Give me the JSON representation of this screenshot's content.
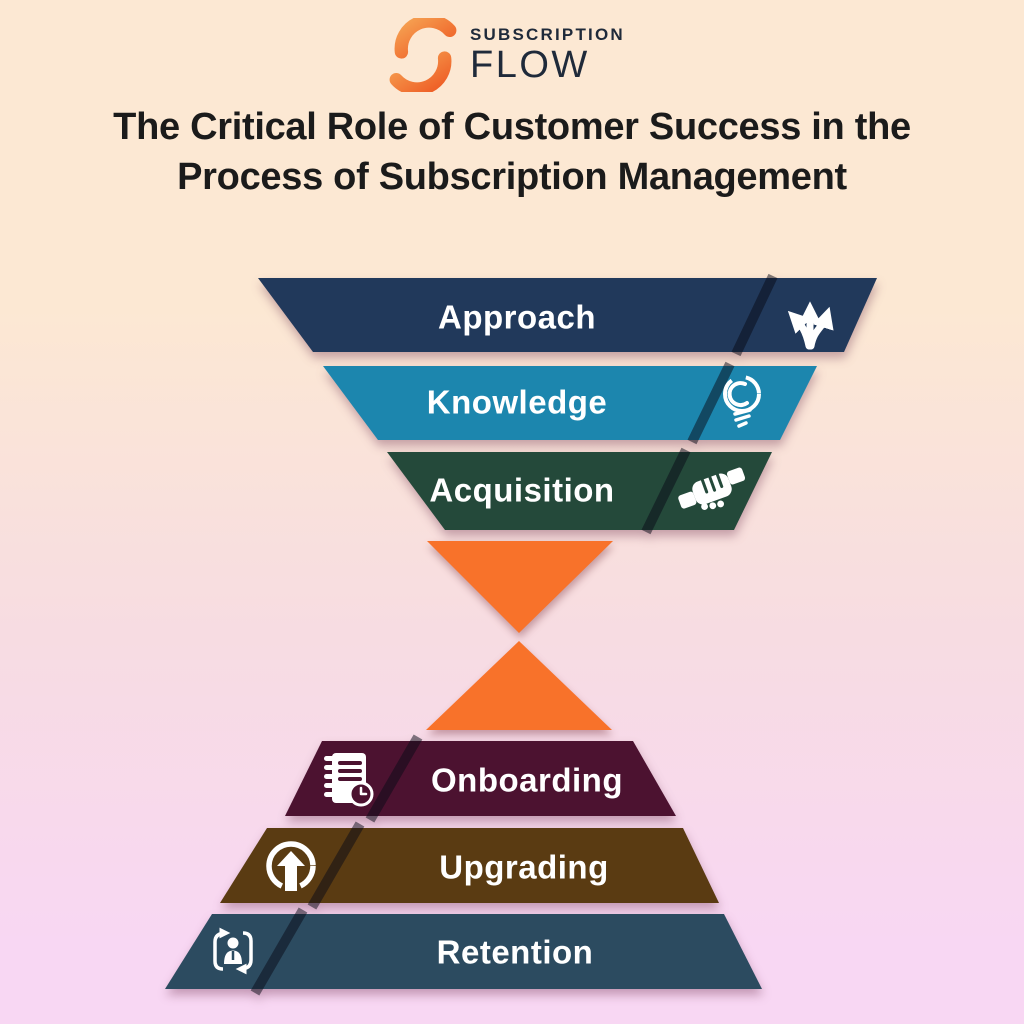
{
  "logo": {
    "brand_top": "SUBSCRIPTION",
    "brand_bottom": "FLOW"
  },
  "title": {
    "line1": "The Critical Role of Customer Success in the",
    "line2": "Process of Subscription Management"
  },
  "diagram": {
    "top_funnel": [
      {
        "label": "Approach",
        "icon": "branch-arrows-icon",
        "color": "#21395B"
      },
      {
        "label": "Knowledge",
        "icon": "lightbulb-icon",
        "color": "#1C86AE"
      },
      {
        "label": "Acquisition",
        "icon": "handshake-icon",
        "color": "#24493A"
      }
    ],
    "hourglass_neck_color": "#F8722A",
    "bottom_pyramid": [
      {
        "label": "Onboarding",
        "icon": "onboarding-checklist-icon",
        "color": "#4C1230"
      },
      {
        "label": "Upgrading",
        "icon": "upgrade-arrow-icon",
        "color": "#5A3B12"
      },
      {
        "label": "Retention",
        "icon": "customer-retention-icon",
        "color": "#2C4B60"
      }
    ]
  },
  "colors": {
    "background_top": "#FCE8D3",
    "background_mid": "#F7DCE2",
    "background_bottom": "#F8D7F3",
    "title_text": "#1B1B1B",
    "band_label_text": "#FFFFFF",
    "logo_text": "#1F2A3A",
    "logo_orange_start": "#F6A353",
    "logo_orange_end": "#EE5A23"
  }
}
